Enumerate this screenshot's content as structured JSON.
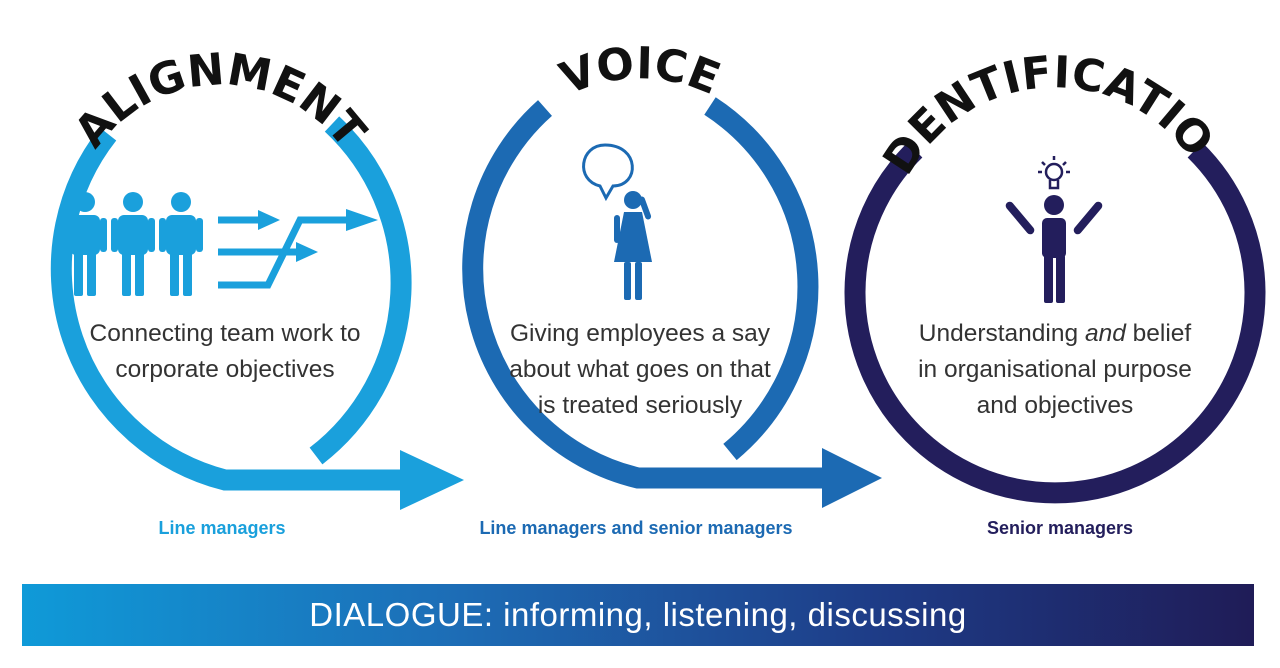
{
  "stages": [
    {
      "title": "ALIGNMENT",
      "icon": "team-alignment-icon",
      "color": "#1aa0dc",
      "description_lines": [
        "Connecting team work to",
        "corporate objectives"
      ],
      "audience": "Line managers"
    },
    {
      "title": "VOICE",
      "icon": "speech-bubble-person-icon",
      "color": "#1c6ab3",
      "description_lines": [
        "Giving employees a say",
        "about what goes on that",
        "is treated seriously"
      ],
      "audience": "Line managers and senior managers"
    },
    {
      "title": "IDENTIFICATION",
      "icon": "lightbulb-person-icon",
      "color": "#231e5c",
      "description_parts": {
        "line1_before": "Understanding ",
        "line1_em": "and",
        "line1_after": " belief",
        "line2": "in organisational purpose",
        "line3": "and objectives"
      },
      "audience": "Senior managers"
    }
  ],
  "dialogue": {
    "text": "DIALOGUE: informing, listening, discussing",
    "gradient": [
      "#0f9ad8",
      "#1f1c57"
    ]
  }
}
